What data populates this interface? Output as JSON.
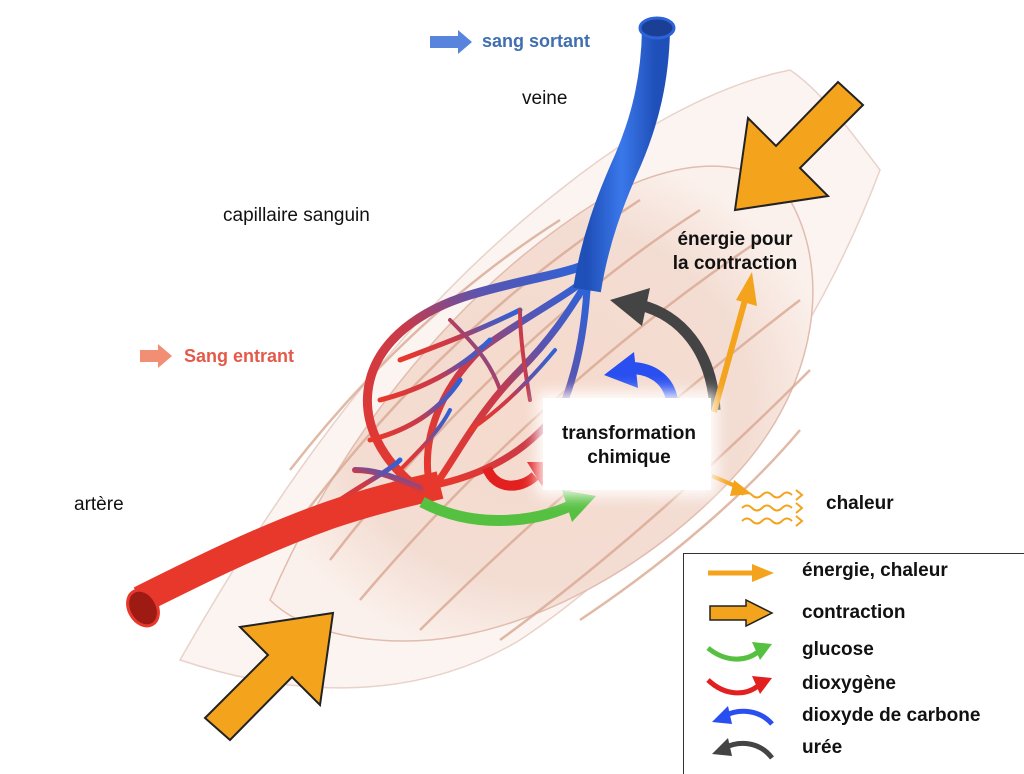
{
  "labels": {
    "sang_sortant": "sang sortant",
    "veine": "veine",
    "capillaire": "capillaire sanguin",
    "sang_entrant": "Sang entrant",
    "artere": "artère",
    "energie_line1": "énergie pour",
    "energie_line2": "la contraction",
    "transfo_line1": "transformation",
    "transfo_line2": "chimique",
    "chaleur": "chaleur"
  },
  "legend": {
    "items": [
      {
        "label": "énergie, chaleur",
        "icon": "thin-orange-arrow-icon",
        "color": "#f4a31d"
      },
      {
        "label": "contraction",
        "icon": "thick-orange-arrow-icon",
        "color": "#f4a31d"
      },
      {
        "label": "glucose",
        "icon": "green-curved-arrow-icon",
        "color": "#56c040"
      },
      {
        "label": "dioxygène",
        "icon": "red-curved-arrow-icon",
        "color": "#e32020"
      },
      {
        "label": "dioxyde de carbone",
        "icon": "blue-curved-arrow-icon",
        "color": "#2a4ff0"
      },
      {
        "label": "urée",
        "icon": "gray-curved-arrow-icon",
        "color": "#444444"
      }
    ]
  },
  "colors": {
    "artery": "#e8382c",
    "vein": "#2d63d8",
    "muscle": "#f2d4c8",
    "contraction": "#f4a31d"
  }
}
